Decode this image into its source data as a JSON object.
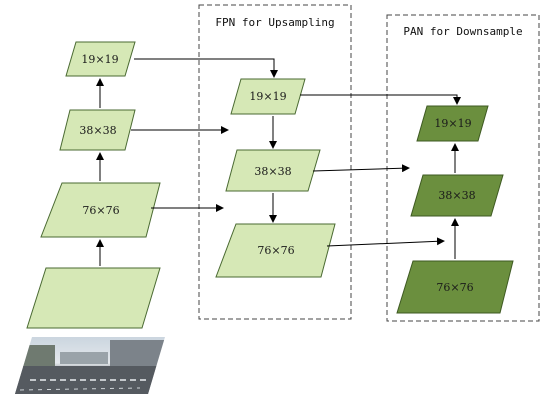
{
  "groups": {
    "fpn_title": "FPN for Upsampling",
    "pan_title": "PAN for Downsample"
  },
  "backbone": {
    "p19": "19×19",
    "p38": "38×38",
    "p76": "76×76"
  },
  "fpn": {
    "p19": "19×19",
    "p38": "38×38",
    "p76": "76×76"
  },
  "pan": {
    "p19": "19×19",
    "p38": "38×38",
    "p76": "76×76"
  },
  "colors": {
    "light_fill": "#d6e8b6",
    "dark_fill": "#6b8f3e"
  }
}
